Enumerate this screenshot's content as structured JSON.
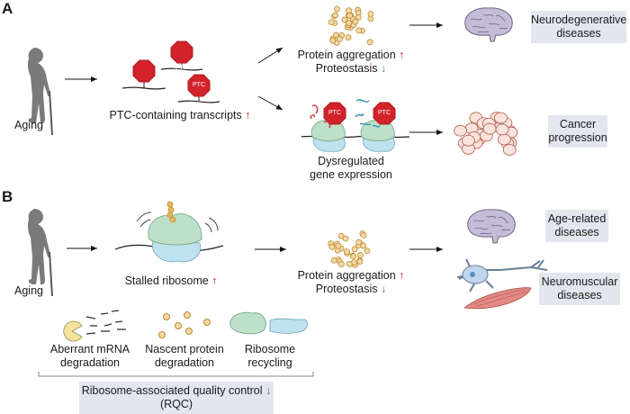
{
  "panel_a": {
    "label": "A",
    "aging_label": "Aging",
    "ptc_label": "PTC",
    "transcripts_label": "PTC-containing transcripts",
    "aggregation_label": "Protein aggregation",
    "proteostasis_label": "Proteostasis",
    "dysregulated_line1": "Dysregulated",
    "dysregulated_line2": "gene expression",
    "neuro_line1": "Neurodegenerative",
    "neuro_line2": "diseases",
    "cancer_line1": "Cancer",
    "cancer_line2": "progression"
  },
  "panel_b": {
    "label": "B",
    "aging_label": "Aging",
    "stalled_label": "Stalled ribosome",
    "aggregation_label": "Protein aggregation",
    "proteostasis_label": "Proteostasis",
    "mrna_line1": "Aberrant mRNA",
    "mrna_line2": "degradation",
    "nascent_line1": "Nascent protein",
    "nascent_line2": "degradation",
    "recycling_line1": "Ribosome",
    "recycling_line2": "recycling",
    "rqc_line1": "Ribosome-associated quality control",
    "rqc_line2": "(RQC)",
    "age_line1": "Age-related",
    "age_line2": "diseases",
    "nm_line1": "Neuromuscular",
    "nm_line2": "diseases"
  },
  "indicators": {
    "up": "↑",
    "down": "↓"
  },
  "colors": {
    "ptc_red": "#d2232a",
    "up_red": "#d2232a",
    "down_blue": "#2b7bbd",
    "box_bg": "#e3e6ee",
    "ribosome_green": "#bfe0c8",
    "ribosome_blue": "#bfe2ef",
    "protein_orange": "#e8b860"
  }
}
